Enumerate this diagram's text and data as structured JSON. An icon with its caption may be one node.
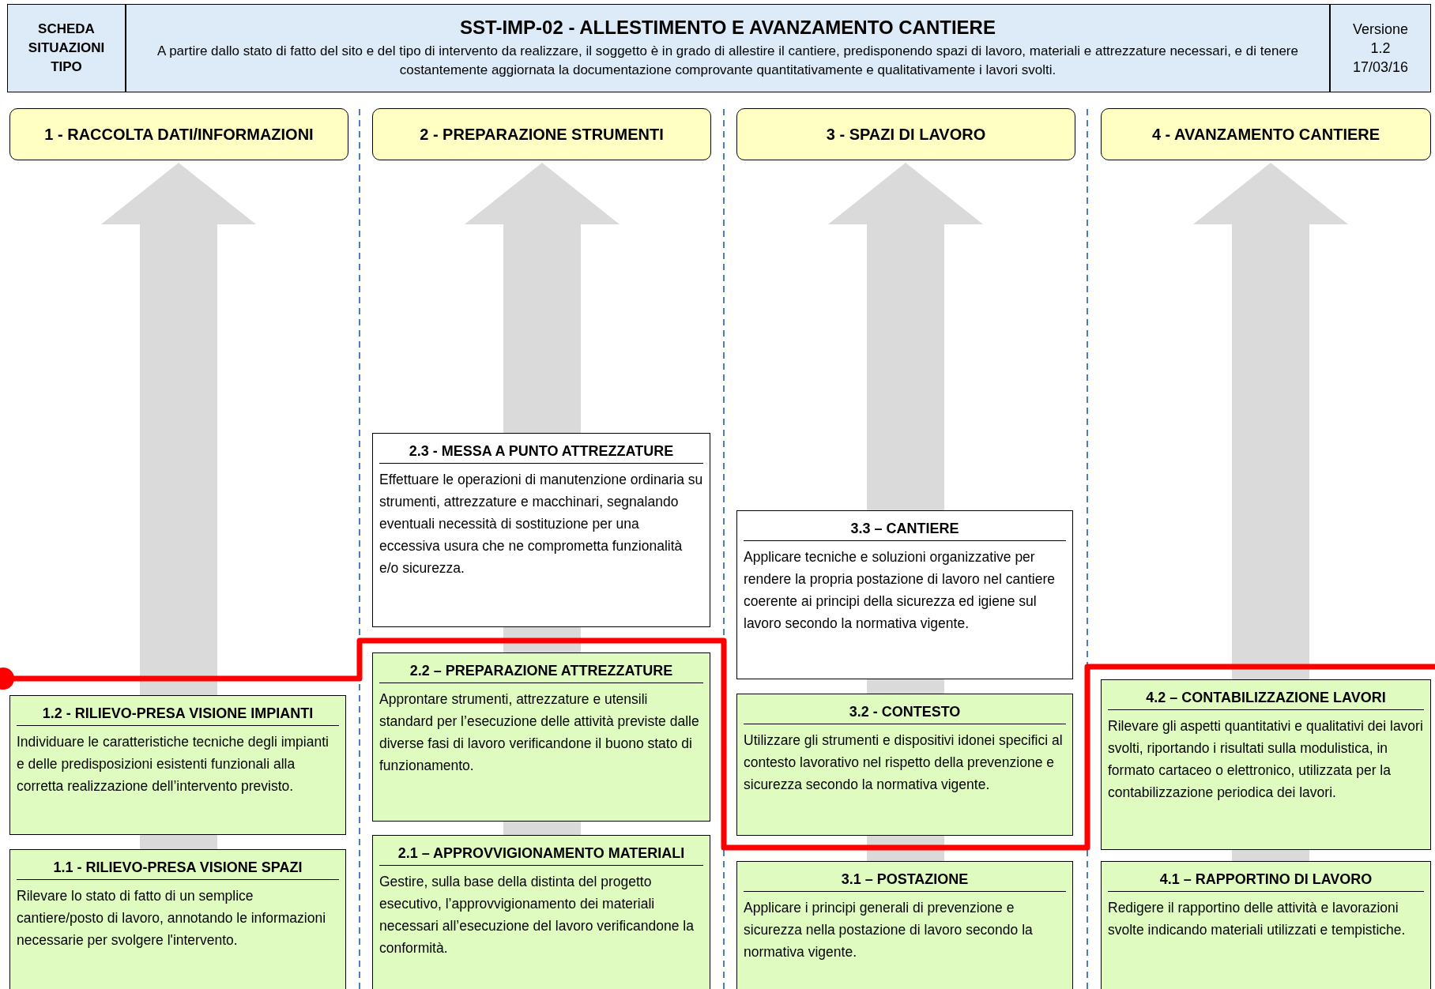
{
  "diagram": {
    "nodes": [
      {
        "text": [
          "SCHEDA SITUAZIONI TIPO"
        ]
      },
      {
        "text": [
          "SST-IMP-02 - ALLESTIMENTO E AVANZAMENTO CANTIERE",
          "A partire dallo stato di fatto del sito e del tipo di intervento da realizzare, il soggetto è in grado di allestire il cantiere, predisponendo spazi di lavoro, materiali e attrezzature necessari, e di tenere costantemente aggiornata la documentazione comprovante quantitativamente e qualitativamente i lavori svolti."
        ]
      },
      {
        "text": [
          "Versione",
          "1.2",
          "17/03/16"
        ]
      },
      {
        "text": [
          "1 - RACCOLTA DATI/INFORMAZIONI"
        ]
      },
      {
        "text": [
          "2 - PREPARAZIONE STRUMENTI"
        ]
      },
      {
        "text": [
          "3 - SPAZI DI LAVORO"
        ]
      },
      {
        "text": [
          "4 - AVANZAMENTO CANTIERE"
        ]
      },
      {
        "text": [
          "1.2 - RILIEVO-PRESA VISIONE IMPIANTI",
          "Individuare le caratteristiche tecniche degli impianti e delle predisposizioni esistenti funzionali alla corretta realizzazione dell’intervento previsto."
        ]
      },
      {
        "text": [
          "1.1 - RILIEVO-PRESA VISIONE SPAZI",
          "Rilevare lo stato di fatto di un semplice cantiere/posto di lavoro, annotando le informazioni necessarie per svolgere l'intervento."
        ]
      },
      {
        "text": [
          "2.3 - MESSA A PUNTO ATTREZZATURE",
          "Effettuare le operazioni di manutenzione ordinaria su strumenti, attrezzature e macchinari, segnalando eventuali necessità di sostituzione per una eccessiva usura che ne comprometta funzionalità e/o sicurezza."
        ]
      },
      {
        "text": [
          "2.2 – PREPARAZIONE ATTREZZATURE",
          "Approntare strumenti, attrezzature e utensili standard per l’esecuzione delle attività previste dalle diverse fasi di lavoro verificandone il buono stato di funzionamento."
        ]
      },
      {
        "text": [
          "2.1 – APPROVVIGIONAMENTO MATERIALI",
          "Gestire, sulla base della distinta del progetto esecutivo, l’approvvigionamento dei materiali necessari all’esecuzione del lavoro verificandone la conformità."
        ]
      },
      {
        "text": [
          "3.3 – CANTIERE",
          "Applicare tecniche e soluzioni organizzative per rendere la propria postazione di lavoro nel cantiere coerente ai principi della sicurezza ed igiene sul lavoro secondo la normativa vigente."
        ]
      },
      {
        "text": [
          "3.2 - CONTESTO",
          "Utilizzare gli strumenti e dispositivi idonei specifici al contesto lavorativo nel rispetto della prevenzione e sicurezza secondo la normativa vigente."
        ]
      },
      {
        "text": [
          "3.1 – POSTAZIONE",
          "Applicare i principi generali di prevenzione e sicurezza nella postazione di lavoro secondo la normativa vigente."
        ]
      },
      {
        "text": [
          "4.2 – CONTABILIZZAZIONE LAVORI",
          "Rilevare gli aspetti quantitativi e qualitativi dei lavori svolti, riportando i risultati sulla modulistica, in formato cartaceo o elettronico, utilizzata per la contabilizzazione periodica dei lavori."
        ]
      },
      {
        "text": [
          "4.1 – RAPPORTINO DI LAVORO",
          "Redigere il rapportino delle attività e lavorazioni svolte indicando materiali utilizzati e tempistiche."
        ]
      }
    ]
  }
}
